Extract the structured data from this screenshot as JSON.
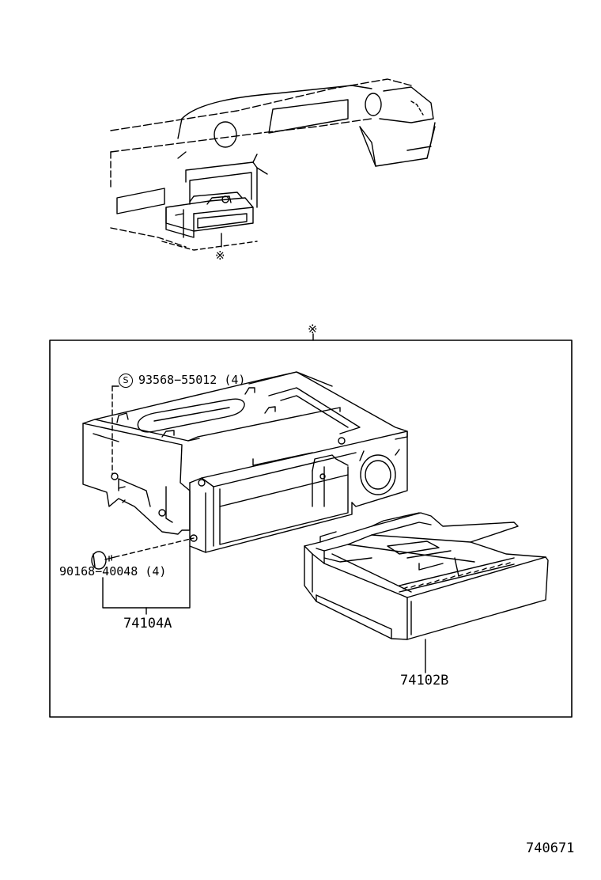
{
  "marker_symbol": "※",
  "callouts": {
    "top_marker": "※",
    "frame_marker": "※"
  },
  "parts": {
    "screw": {
      "symbol": "S",
      "part_no": "93568−55012 (4)"
    },
    "bolt": {
      "part_no": "90168−40048 (4)"
    },
    "box_assembly": {
      "part_no": "74104A"
    },
    "drawer": {
      "part_no": "74102B"
    }
  },
  "figure_id": "740671"
}
